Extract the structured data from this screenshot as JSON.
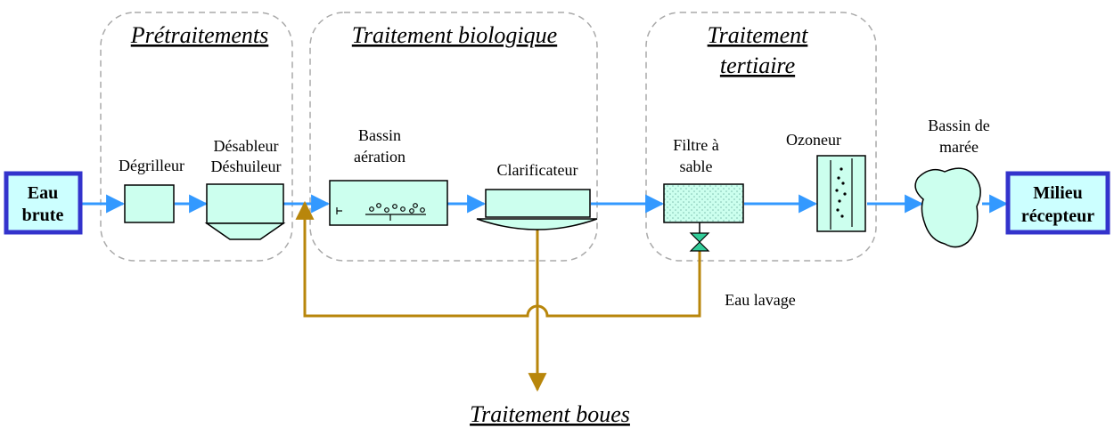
{
  "groups": {
    "pretreatment": "Prétraitements",
    "biological_1": "Traitement biologique",
    "tertiary_1": "Traitement",
    "tertiary_2": "tertiaire",
    "sludge": "Traitement boues"
  },
  "terminals": {
    "input_1": "Eau",
    "input_2": "brute",
    "output_1": "Milieu",
    "output_2": "récepteur"
  },
  "units": {
    "screen": "Dégrilleur",
    "degritter_1": "Désableur",
    "degritter_2": "Déshuileur",
    "aeration_1": "Bassin",
    "aeration_2": "aération",
    "clarifier": "Clarificateur",
    "sandfilter_1": "Filtre à",
    "sandfilter_2": "sable",
    "ozonizer": "Ozoneur",
    "tidal_1": "Bassin de",
    "tidal_2": "marée",
    "washwater": "Eau lavage"
  },
  "colors": {
    "water_flow": "#3399ff",
    "sludge_flow": "#b8860b",
    "unit_fill": "#ccffee",
    "terminal_fill": "#ccffff",
    "terminal_border": "#3333cc",
    "group_border": "#aaaaaa",
    "valve_fill": "#33cc99"
  }
}
